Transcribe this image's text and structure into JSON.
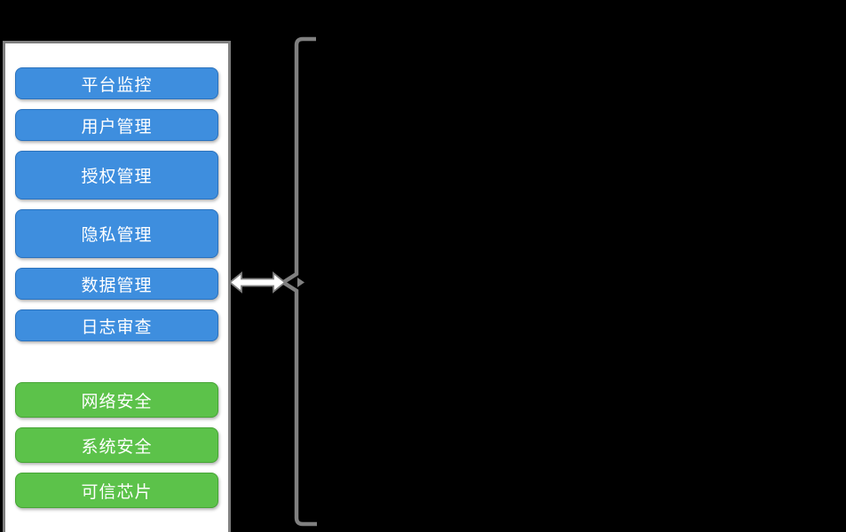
{
  "canvas": {
    "background_color": "#000000"
  },
  "panel": {
    "background_color": "#ffffff",
    "border_color": "#7f7f7f",
    "groups": [
      {
        "id": "platform-management",
        "accent_color": "#3e8ede",
        "border_color": "#2b72bd",
        "items": [
          {
            "label": "平台监控",
            "tall": false
          },
          {
            "label": "用户管理",
            "tall": false
          },
          {
            "label": "授权管理",
            "tall": true
          },
          {
            "label": "隐私管理",
            "tall": true
          },
          {
            "label": "数据管理",
            "tall": false
          },
          {
            "label": "日志审查",
            "tall": false
          }
        ]
      },
      {
        "id": "security",
        "accent_color": "#5cc24a",
        "border_color": "#46a535",
        "items": [
          {
            "label": "网络安全",
            "tall": false
          },
          {
            "label": "系统安全",
            "tall": false
          },
          {
            "label": "可信芯片",
            "tall": false
          }
        ]
      }
    ]
  },
  "connector": {
    "type": "double-headed-arrow",
    "fill_color": "#ffffff",
    "stroke_color": "#808080"
  },
  "brace": {
    "stroke_color": "#808080"
  }
}
